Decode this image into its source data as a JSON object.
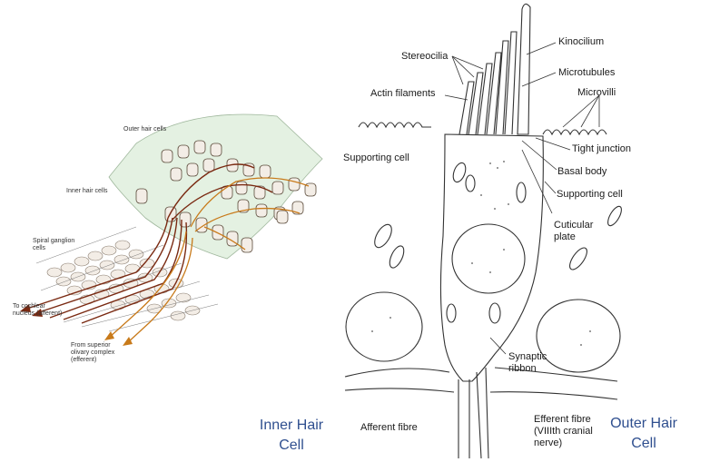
{
  "left_panel": {
    "outer_hair_cells": "Outer hair cells",
    "inner_hair_cells": "Inner hair cells",
    "spiral_ganglion_cells": [
      "Spiral ganglion",
      "cells"
    ],
    "to_cochlear_nucleus": [
      "To cochlear",
      "nucleus (afferent)"
    ],
    "from_superior_olivary": [
      "From superior",
      "olivary complex",
      "(efferent)"
    ],
    "colors": {
      "membrane": "#e4f1e2",
      "afferent": "#7a2a12",
      "efferent": "#c87a1a",
      "cell_fill": "#f3ede6"
    }
  },
  "right_panel": {
    "stereocilia": "Stereocilia",
    "kinocilium": "Kinocilium",
    "microtubules": "Microtubules",
    "actin_filaments": "Actin filaments",
    "microvilli": "Microvilli",
    "tight_junction": "Tight junction",
    "supporting_cell_left": "Supporting cell",
    "basal_body": "Basal body",
    "supporting_cell_right": "Supporting cell",
    "cuticular_plate": [
      "Cuticular",
      "plate"
    ],
    "synaptic_ribbon": [
      "Synaptic",
      "ribbon"
    ],
    "afferent_fibre": "Afferent fibre",
    "efferent_fibre": [
      "Efferent fibre",
      "(VIIIth cranial",
      "nerve)"
    ]
  },
  "captions": {
    "inner_hair_cell": [
      "Inner Hair",
      "Cell"
    ],
    "outer_hair_cell": [
      "Outer Hair",
      "Cell"
    ],
    "color": "#2f4f8f"
  }
}
